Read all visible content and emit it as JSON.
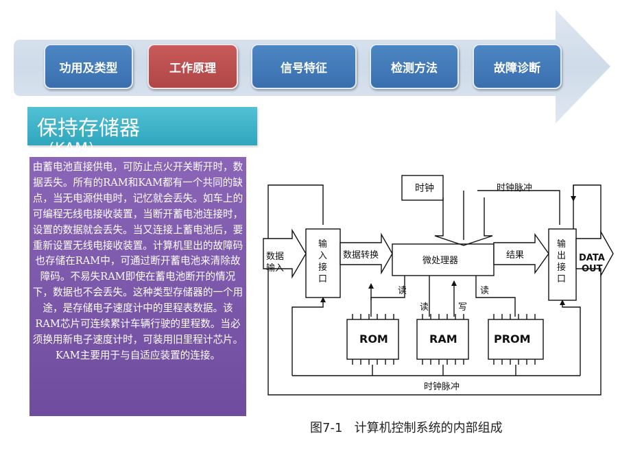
{
  "nav": {
    "items": [
      {
        "label": "功用及类型",
        "active": false
      },
      {
        "label": "工作原理",
        "active": true
      },
      {
        "label": "信号特征",
        "active": false
      },
      {
        "label": "检测方法",
        "active": false
      },
      {
        "label": "故障诊断",
        "active": false
      }
    ]
  },
  "section": {
    "title": "保持存储器",
    "subtitle": "（KAM）",
    "body": "由蓄电池直接供电，可防止点火开关断开时，数据丢失。所有的RAM和KAM都有一个共同的缺点，当无电源供电时，记忆就会丢失。如车上的可编程无线电接收装置，当断开蓄电池连接时，设置的数据就会丢失。当又连接上蓄电池后，要重新设置无线电接收装置。计算机里出的故障码也存储在RAM中，可通过断开蓄电池来清除故障码。不易失RAM即使在蓄电池断开的情况下，数据也不会丢失。这种类型存储器的一个用途，是存储电子速度计中的里程表数据。该RAM芯片可连续累计车辆行驶的里程数。当必须换用新电子速度计时，可装用旧里程计芯片。KAM主要用于与自适应装置的连接。"
  },
  "diagram": {
    "clock": "时钟",
    "clock_pulse_top": "时钟脉冲",
    "clock_pulse_bottom": "时钟脉冲",
    "data_input_1": "数据",
    "data_input_2": "输入",
    "input_interface": [
      "输",
      "入",
      "接",
      "口"
    ],
    "data_conversion": "数据转换",
    "microprocessor": "微处理器",
    "result": "结果",
    "output_interface": [
      "输",
      "出",
      "接",
      "口"
    ],
    "data_out_1": "DATA",
    "data_out_2": "OUT",
    "read_1": "读",
    "read_2": "读",
    "write": "写",
    "read_3": "读",
    "rom": "ROM",
    "ram": "RAM",
    "prom": "PROM"
  },
  "caption": "图7-1   计算机控制系统的内部组成",
  "colors": {
    "nav_blue": "#3f78b8",
    "nav_active": "#bd4f4f",
    "title_bg": "#3fb2c8",
    "panel_bg": "#7c58aa"
  }
}
